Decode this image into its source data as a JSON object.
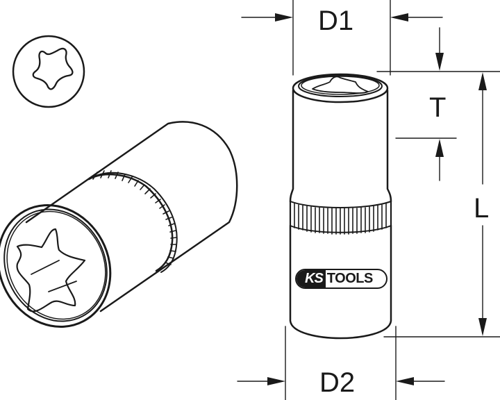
{
  "diagram": {
    "subject": "Torx socket technical drawing",
    "dimension_labels": {
      "d1": "D1",
      "d2": "D2",
      "t": "T",
      "l": "L"
    },
    "logo": {
      "left": "KS",
      "right": "TOOLS"
    },
    "icons": {
      "torx_symbol": "torx-star-in-circle-icon"
    },
    "colors": {
      "line": "#1a1a1a",
      "background": "#ffffff"
    }
  }
}
